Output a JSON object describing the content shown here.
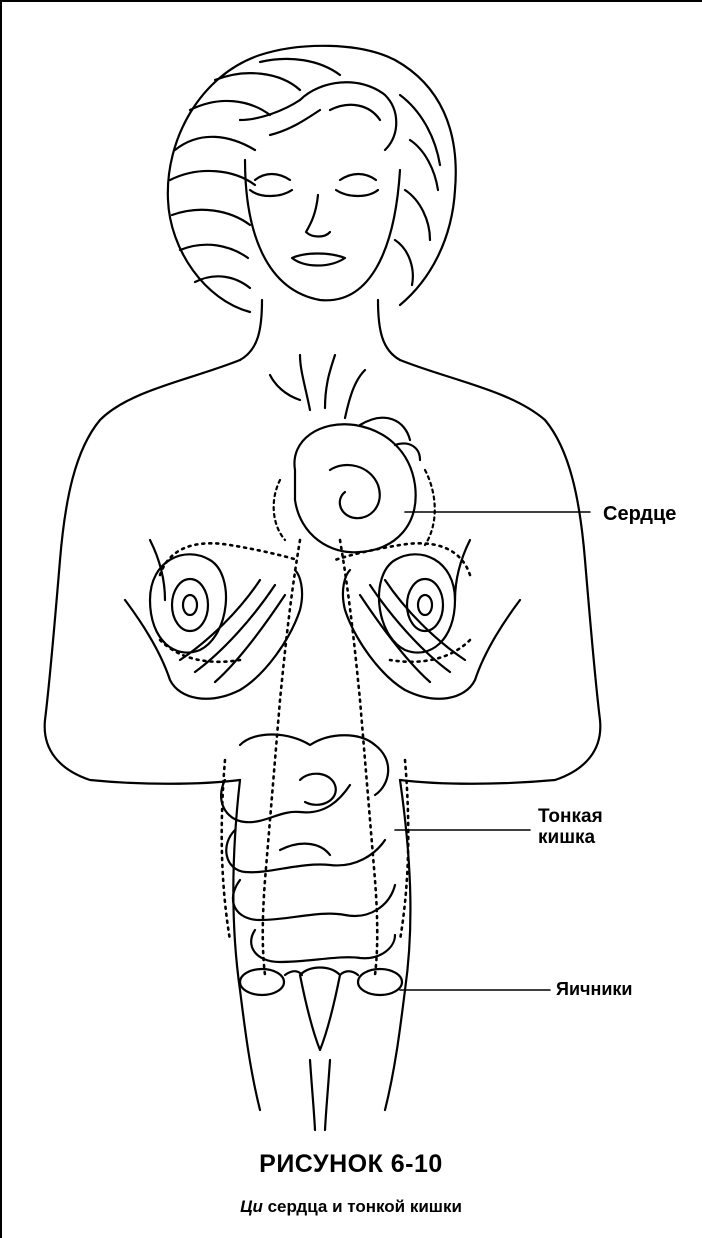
{
  "labels": {
    "heart": "Сердце",
    "small_intestine_line1": "Тонкая",
    "small_intestine_line2": "кишка",
    "ovaries": "Яичники"
  },
  "caption": {
    "title": "РИСУНОК 6-10",
    "subtitle_em": "Ци",
    "subtitle_rest": " сердца и тонкой кишки"
  },
  "colors": {
    "ink": "#000000",
    "paper": "#ffffff"
  }
}
